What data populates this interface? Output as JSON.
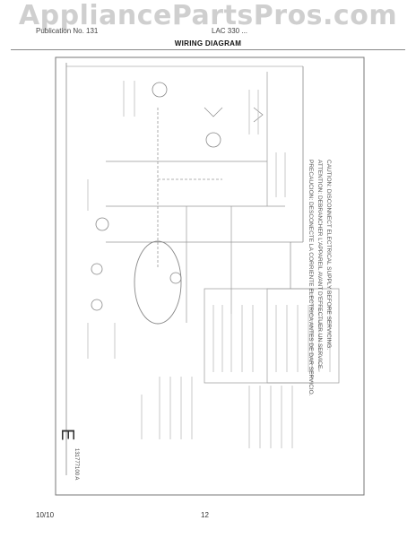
{
  "watermark": "AppliancePartsPros.com",
  "header": {
    "left": "Publication No. 131",
    "right": "LAC 330 ...",
    "title": "WIRING DIAGRAM"
  },
  "diagram": {
    "caution_line_1": "CAUTION: DISCONNECT ELECTRICAL SUPPLY BEFORE SERVICING.",
    "caution_line_2": "ATTENTION: DEBRANCHER L'APPAREIL AVANT D'EFFECTUER UN SERVICE.",
    "caution_line_3": "PRECAUCION: DESCONECTE LA CORRIENTE ELECTRICA ANTES DE DAR SERVICIO.",
    "corner_mark": "E",
    "part_number": "131777100 A"
  },
  "footer": {
    "left": "10/10",
    "page": "12"
  }
}
